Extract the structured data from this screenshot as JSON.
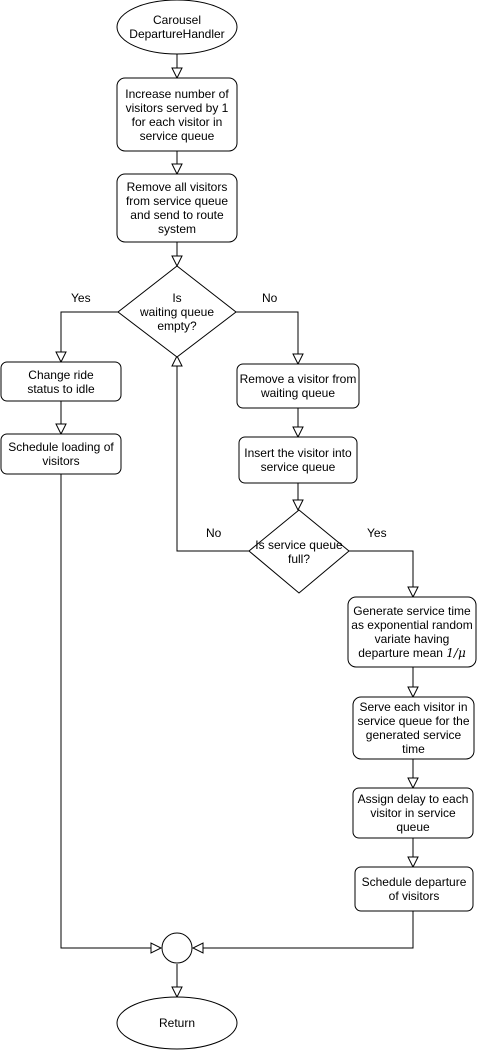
{
  "diagram": {
    "start_line1": "Carousel",
    "start_line2": "DepartureHandler",
    "increase_served": "Increase number of\nvisitors served by 1\nfor each visitor in\nservice queue",
    "remove_all": "Remove all visitors\nfrom service queue\nand send to route\nsystem",
    "waiting_empty": "Is\nwaiting queue\nempty?",
    "yes1": "Yes",
    "no1": "No",
    "change_status": "Change ride\nstatus to idle",
    "schedule_loading": "Schedule loading of\nvisitors",
    "remove_one": "Remove a visitor from\nwaiting queue",
    "insert_visitor": "Insert the visitor into\nservice queue",
    "service_full": "Is service queue\nfull?",
    "no2": "No",
    "yes2": "Yes",
    "generate_time_text": "Generate service time\nas exponential random\nvariate having\ndeparture mean ",
    "mean_symbol": "1/μ",
    "serve_each": "Serve each visitor in\nservice queue for the\ngenerated service\ntime",
    "assign_delay": "Assign delay to each\nvisitor in service\nqueue",
    "schedule_departure": "Schedule departure\nof visitors",
    "end": "Return"
  }
}
